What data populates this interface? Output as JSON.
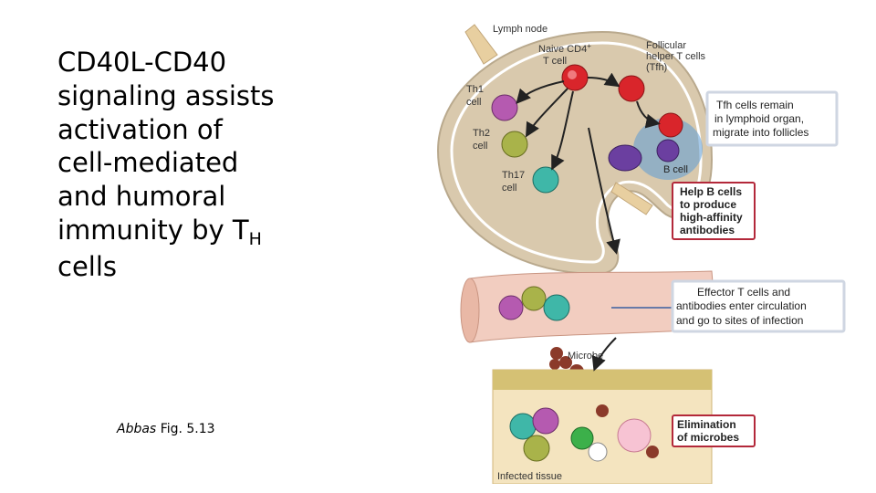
{
  "slide": {
    "title_lines": [
      "CD40L-CD40",
      "signaling assists",
      "activation of",
      "cell-mediated",
      "and humoral",
      "immunity by T"
    ],
    "title_subscript": "H",
    "title_last_line": "cells",
    "citation_author": "Abbas",
    "citation_ref": "Fig. 5.13"
  },
  "figure": {
    "lymph_node_label": "Lymph node",
    "naive_label_1": "Naive CD4",
    "naive_label_sup": "+",
    "naive_label_2": "T cell",
    "tfh_label_1": "Follicular",
    "tfh_label_2": "helper T cells",
    "tfh_label_3": "(Tfh)",
    "th1_label_1": "Th1",
    "th1_label_2": "cell",
    "th2_label_1": "Th2",
    "th2_label_2": "cell",
    "th17_label_1": "Th17",
    "th17_label_2": "cell",
    "bcell_label": "B cell",
    "microbe_label": "Microbe",
    "infected_label": "Infected tissue",
    "box_tfh_1": "Tfh cells remain",
    "box_tfh_2": "in lymphoid organ,",
    "box_tfh_3": "migrate into follicles",
    "box_help_1": "Help B cells",
    "box_help_2": "to produce",
    "box_help_3": "high-affinity",
    "box_help_4": "antibodies",
    "box_effector_1": "Effector T cells and",
    "box_effector_2": "antibodies enter circulation",
    "box_effector_3": "and go to sites of infection",
    "box_elim_1": "Elimination",
    "box_elim_2": "of microbes"
  },
  "colors": {
    "node_fill": "#d9c9ad",
    "th1": "#b55ab0",
    "th2": "#a9b34a",
    "th17": "#3fb7a8",
    "tfh": "#d9252b",
    "bcell": "#6b3fa0",
    "box_border": "#b3283a"
  }
}
